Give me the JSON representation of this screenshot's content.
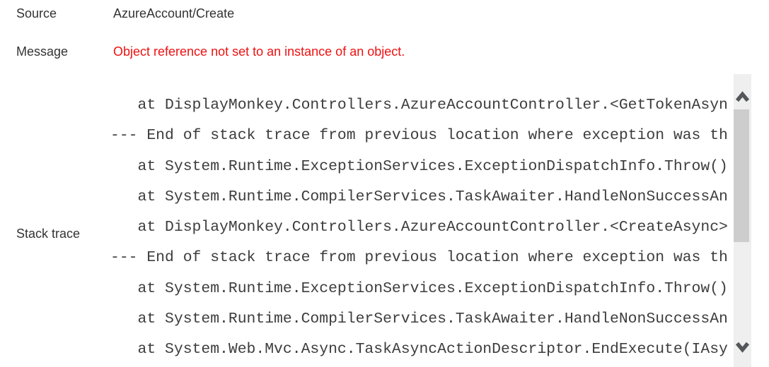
{
  "colors": {
    "background": "#ffffff",
    "label_text": "#333333",
    "value_text": "#333333",
    "message_error_red": "#ee1111",
    "stack_trace_text": "#3d3d3d",
    "scrollbar_track": "#efefef",
    "scrollbar_thumb": "#cdcdcd",
    "scrollbar_arrow": "#55565a"
  },
  "fields": {
    "source": {
      "label": "Source",
      "value": "AzureAccount/Create"
    },
    "message": {
      "label": "Message",
      "value": "Object reference not set to an instance of an object."
    },
    "stack_trace": {
      "label": "Stack trace",
      "lines": [
        "   at DisplayMonkey.Controllers.AzureAccountController.<GetTokenAsyn",
        "--- End of stack trace from previous location where exception was th",
        "   at System.Runtime.ExceptionServices.ExceptionDispatchInfo.Throw()",
        "   at System.Runtime.CompilerServices.TaskAwaiter.HandleNonSuccessAn",
        "   at DisplayMonkey.Controllers.AzureAccountController.<CreateAsync>",
        "--- End of stack trace from previous location where exception was th",
        "   at System.Runtime.ExceptionServices.ExceptionDispatchInfo.Throw()",
        "   at System.Runtime.CompilerServices.TaskAwaiter.HandleNonSuccessAn",
        "   at System.Web.Mvc.Async.TaskAsyncActionDescriptor.EndExecute(IAsy"
      ]
    }
  },
  "scrollbar": {
    "orientation": "vertical",
    "up_icon": "chevron-up",
    "down_icon": "chevron-down"
  }
}
